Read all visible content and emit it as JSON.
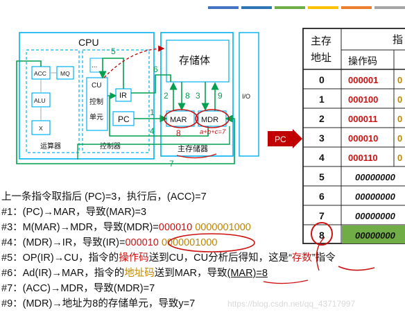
{
  "colors": {
    "bar1": "#4472c4",
    "bar2": "#2e75b6",
    "bar3": "#70ad47",
    "bar4": "#ffc000",
    "bar5": "#ed7d31",
    "bar6": "#a5a5a5",
    "cyan_box": "#00b0f0",
    "green_arrow": "#00a050",
    "red": "#cc1111",
    "dark_red": "#c00000",
    "table_green": "#70ad47",
    "table_data_red": "#cc1111",
    "table_data_gold": "#b8860b"
  },
  "diagram": {
    "cpu_label": "CPU",
    "acc": "ACC",
    "mq": "MQ",
    "alu": "ALU",
    "x": "X",
    "alu_unit_label": "运算器",
    "controller_label": "控制器",
    "cu": "CU",
    "cu_sub1": "控制",
    "cu_sub2": "单元",
    "dots": "...",
    "ir": "IR",
    "pc": "PC",
    "storage_body": "存储体",
    "mar": "MAR",
    "mdr": "MDR",
    "main_memory_label": "主存储器",
    "io": "I/O",
    "mar_annotation": "8",
    "mdr_annotation": "a+b+c=7",
    "step_numbers": [
      "1",
      "2",
      "3",
      "4",
      "5",
      "6",
      "7",
      "8",
      "9"
    ]
  },
  "pc_arrow_label": "PC",
  "table": {
    "header_addr": "主存地址",
    "header_instr": "指",
    "header_opcode": "操作码",
    "rows": [
      {
        "addr": "0",
        "opcode": "000001",
        "rest": "0"
      },
      {
        "addr": "1",
        "opcode": "000100",
        "rest": "0"
      },
      {
        "addr": "2",
        "opcode": "000011",
        "rest": "0"
      },
      {
        "addr": "3",
        "opcode": "000010",
        "rest": "0"
      },
      {
        "addr": "4",
        "opcode": "000110",
        "rest": "0"
      },
      {
        "addr": "5",
        "value": "00000000"
      },
      {
        "addr": "6",
        "value": "00000000"
      },
      {
        "addr": "7",
        "value": "00000000"
      },
      {
        "addr": "8",
        "value": "00000000"
      }
    ]
  },
  "text_lines": {
    "intro": "上一条指令取指后 (PC)=3，执行后，(ACC)=7",
    "l1": "#1：(PC)→MAR，导致(MAR)=3",
    "l3_a": "#3：M(MAR)→MDR，导致(MDR)=",
    "l3_op": "000010",
    "l3_addr": "0000001000",
    "l4_a": "#4：(MDR)→IR，导致(IR)=",
    "l4_op": "000010",
    "l4_addr": "0000001000",
    "l5_a": "#5：OP(IR)→CU，指令的",
    "l5_b": "操作码",
    "l5_c": "送到CU，CU分析后得知，这是“",
    "l5_d": "存数",
    "l5_e": "”指令",
    "l6_a": "#6：Ad(IR)→MAR，指令的",
    "l6_b": "地址码",
    "l6_c": "送到MAR，导致",
    "l6_d": "(MAR)=8",
    "l7": "#7：(ACC)→MDR，导致(MDR)=7",
    "l9": "#9：(MDR)→地址为8的存储单元，导致y=7"
  },
  "watermark": "https://blog.csdn.net/qq_43717997"
}
